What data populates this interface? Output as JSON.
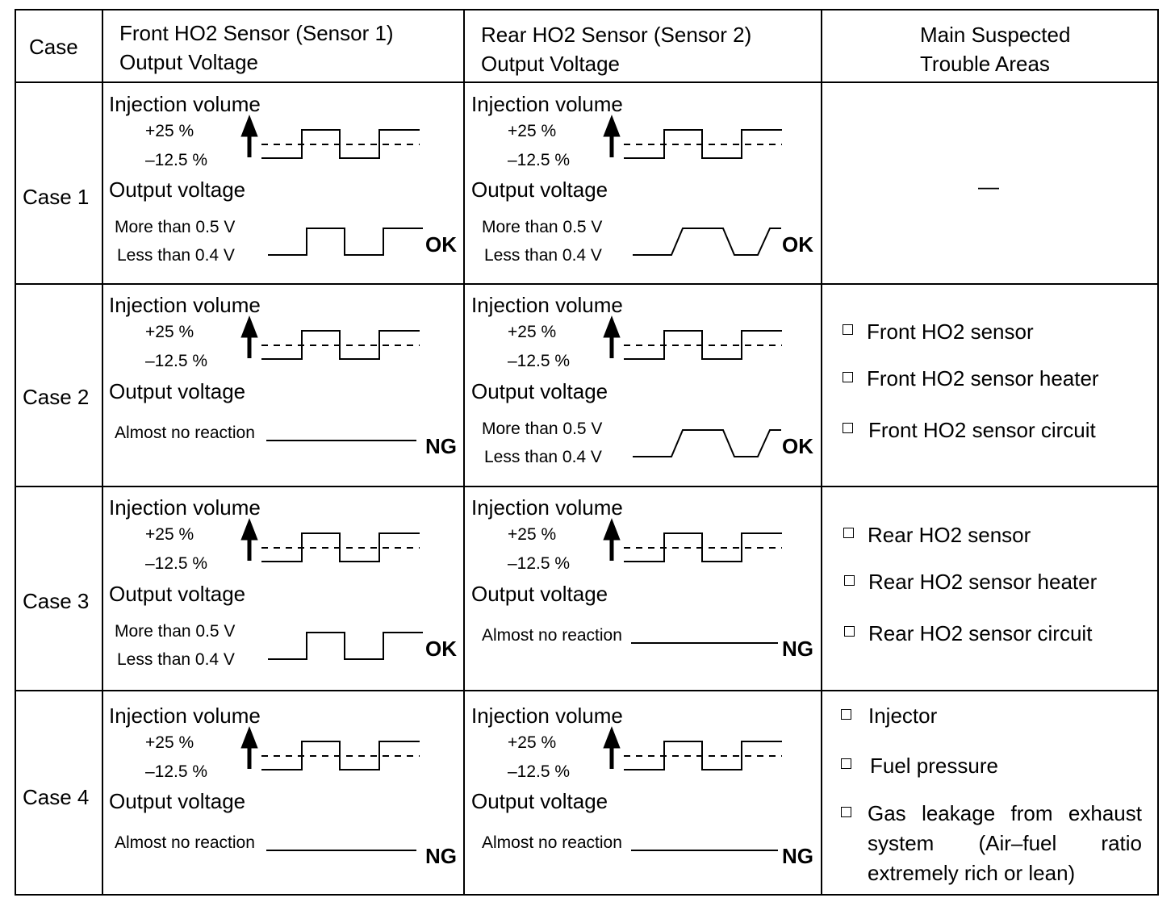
{
  "headers": {
    "case": "Case",
    "front_line1": "Front HO2 Sensor (Sensor 1)",
    "front_line2": "Output Voltage",
    "rear_line1": "Rear HO2 Sensor (Sensor 2)",
    "rear_line2": "Output Voltage",
    "areas_line1": "Main Suspected",
    "areas_line2": "Trouble Areas"
  },
  "labels": {
    "injection_volume": "Injection volume",
    "plus": "+25 %",
    "minus": "–12.5 %",
    "output_voltage": "Output voltage",
    "more_than": "More than 0.5 V",
    "less_than": "Less than 0.4 V",
    "no_reaction": "Almost no reaction",
    "ok": "OK",
    "ng": "NG"
  },
  "cases": [
    {
      "name": "Case 1",
      "front_result": "OK",
      "rear_result": "OK",
      "areas": [
        "—"
      ]
    },
    {
      "name": "Case 2",
      "front_result": "NG",
      "rear_result": "OK",
      "areas": [
        "Front HO2 sensor",
        "Front HO2 sensor heater",
        "Front HO2 sensor circuit"
      ]
    },
    {
      "name": "Case 3",
      "front_result": "OK",
      "rear_result": "NG",
      "areas": [
        "Rear HO2 sensor",
        "Rear HO2 sensor heater",
        "Rear HO2 sensor circuit"
      ]
    },
    {
      "name": "Case 4",
      "front_result": "NG",
      "rear_result": "NG",
      "areas": [
        "Injector",
        "Fuel pressure",
        "Gas leakage from exhaust system (Air–fuel ratio extremely rich or lean)"
      ]
    }
  ]
}
